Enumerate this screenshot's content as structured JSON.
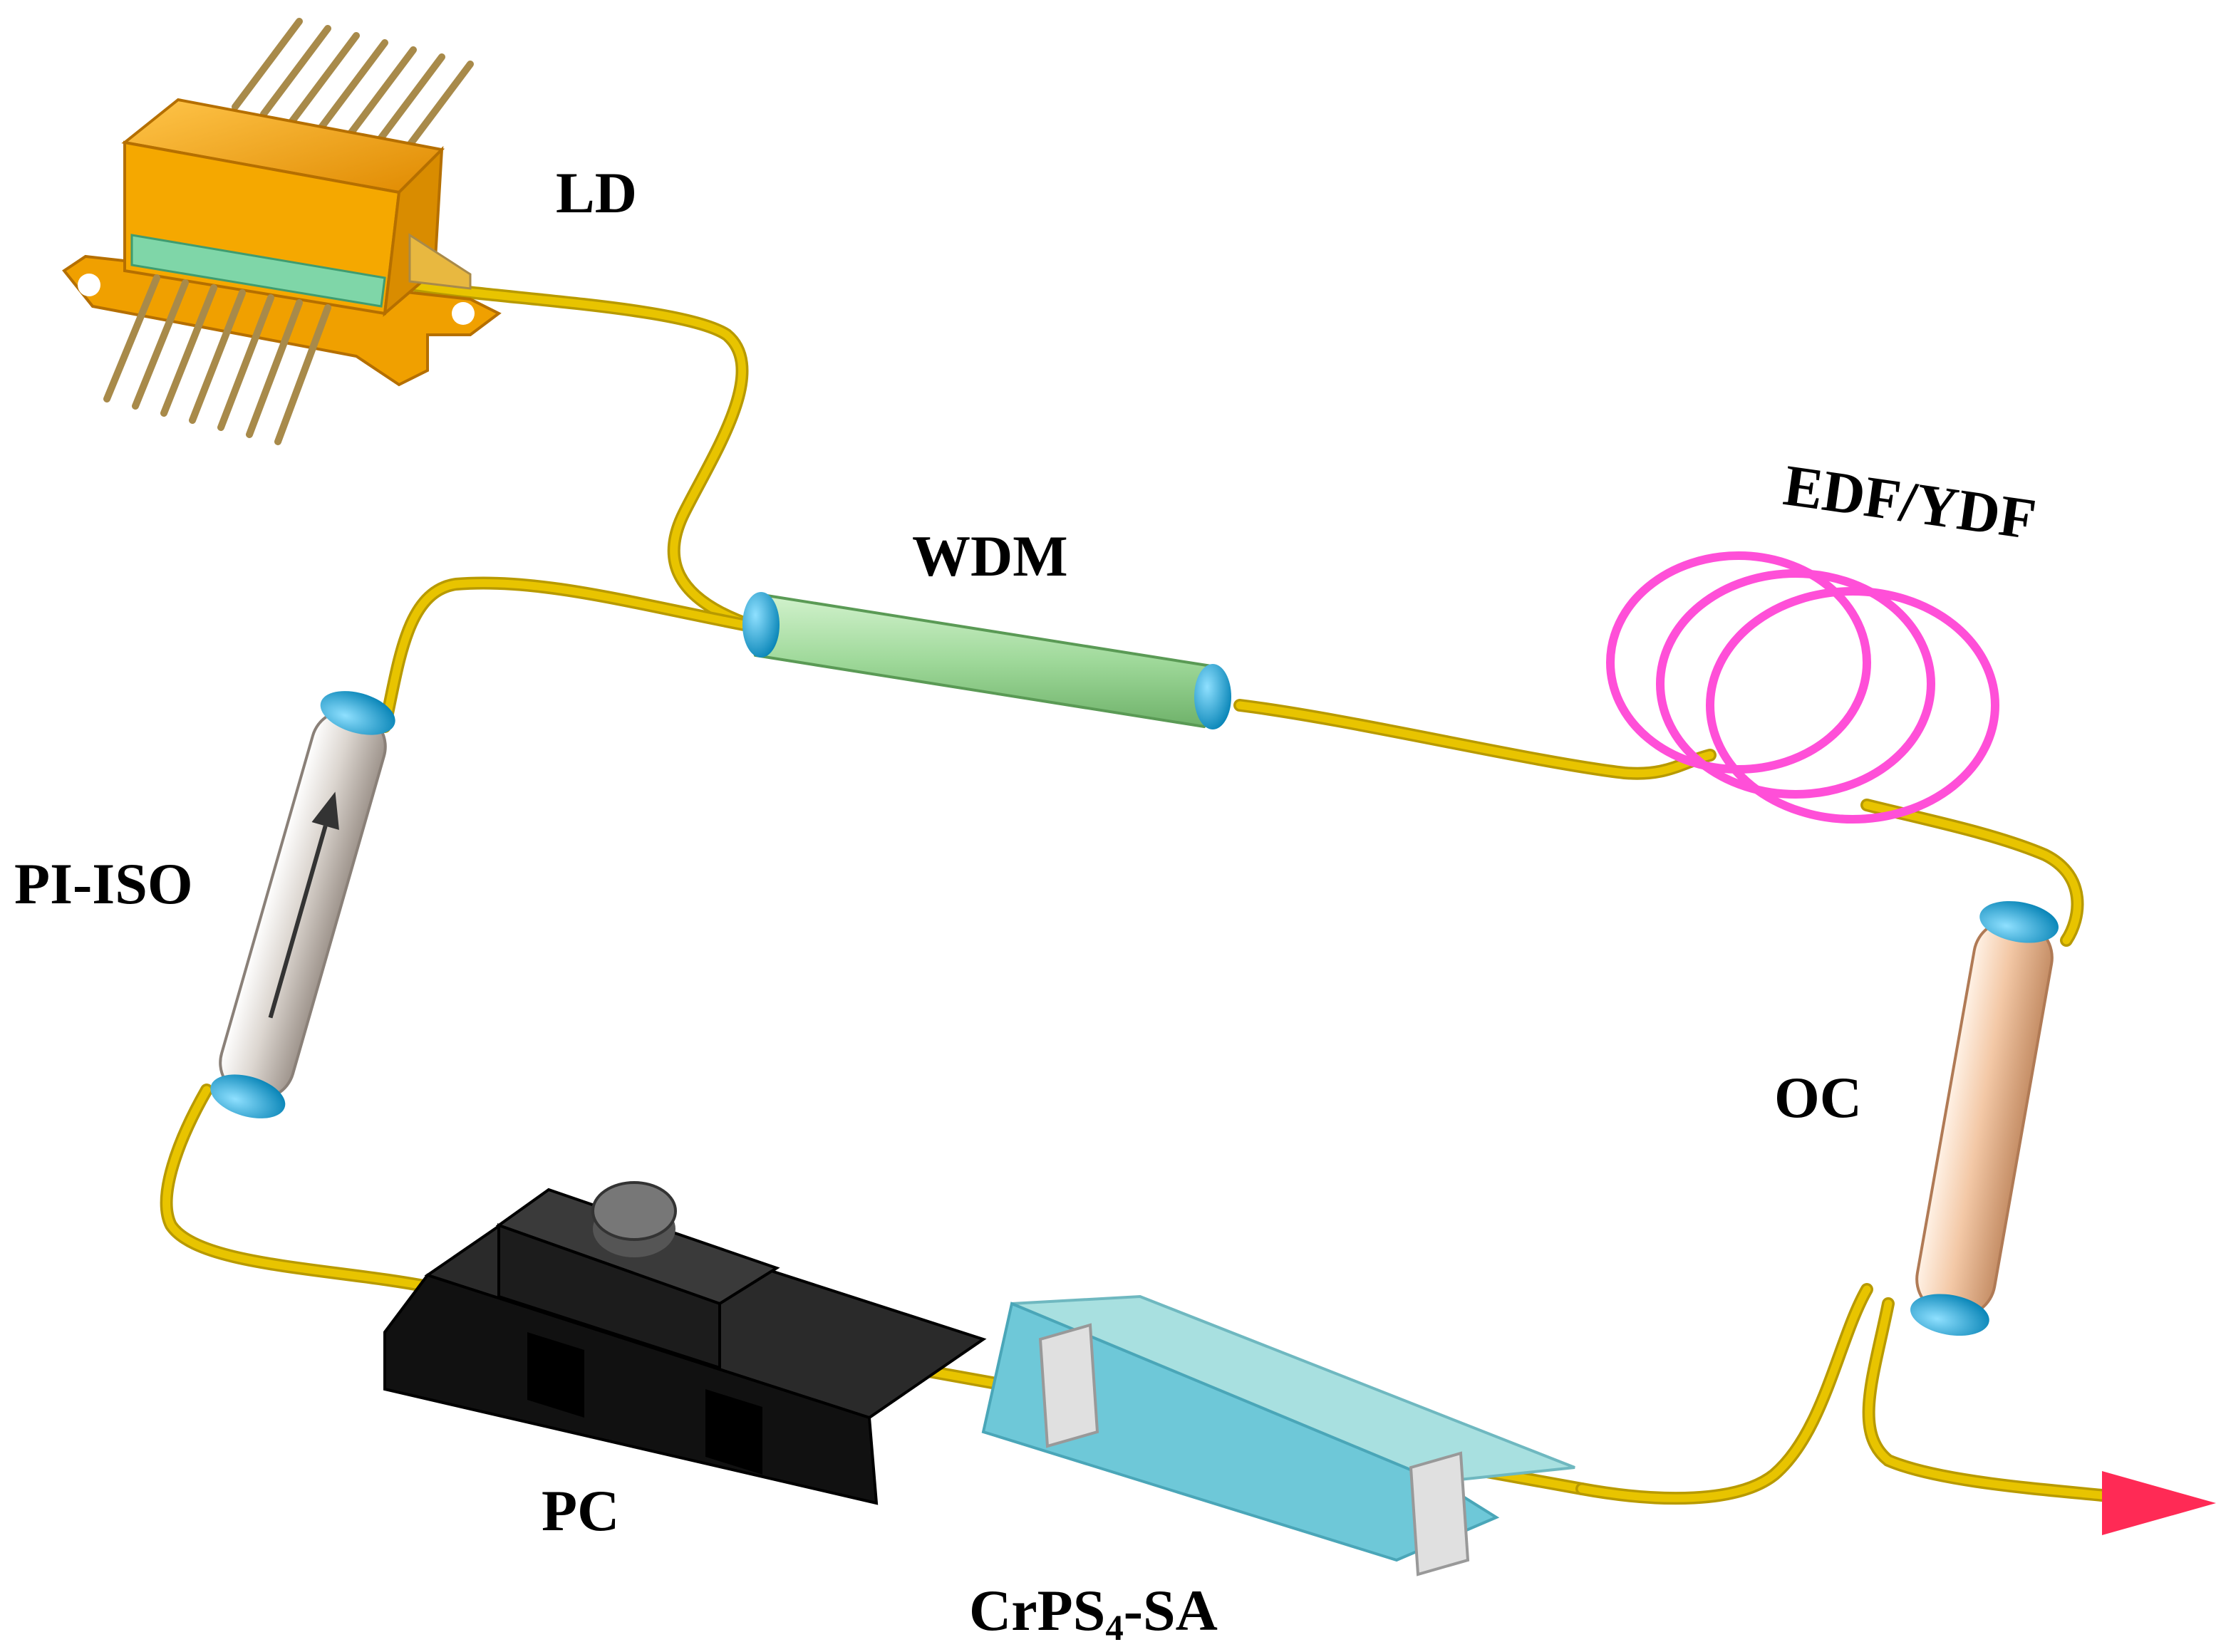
{
  "labels": {
    "ld": "LD",
    "wdm": "WDM",
    "gain_fiber": "EDF/YDF",
    "isolator": "PI-ISO",
    "coupler": "OC",
    "pc": "PC",
    "sa_main": "CrPS",
    "sa_sub": "4",
    "sa_suffix": "-SA"
  },
  "colors": {
    "fiber": "#e8c400",
    "fiber_edge": "#b89a00",
    "wdm_body": "#9fd99a",
    "coil": "#ff4fd8",
    "isolator_body": "#dcd6d0",
    "coupler_body": "#f3c8a6",
    "end_cap": "#1aa6d8",
    "pc_body": "#1c1c1c",
    "sa_substrate": "#a8e0e0",
    "laser_diode": "#f5a800",
    "output_arrow": "#ff2a55"
  }
}
